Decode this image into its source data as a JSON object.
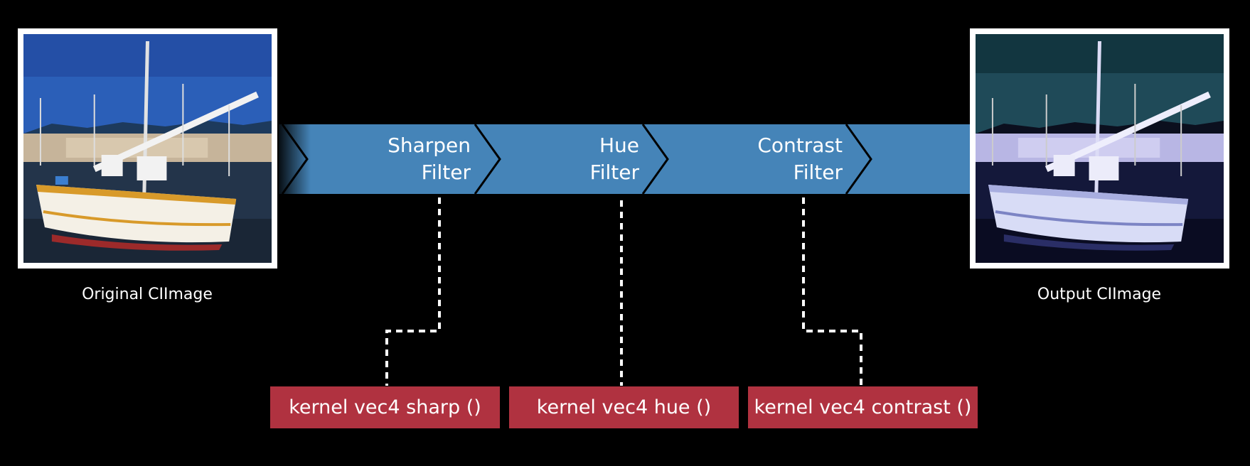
{
  "input_image": {
    "caption": "Original CIImage"
  },
  "output_image": {
    "caption": "Output CIImage"
  },
  "filters": [
    {
      "line1": "Sharpen",
      "line2": "Filter",
      "kernel": "kernel vec4 sharp ()"
    },
    {
      "line1": "Hue",
      "line2": "Filter",
      "kernel": "kernel vec4 hue ()"
    },
    {
      "line1": "Contrast",
      "line2": "Filter",
      "kernel": "kernel vec4 contrast ()"
    }
  ],
  "colors": {
    "pipeline": "#4584b8",
    "kernel": "#b03240",
    "background": "#000000",
    "frame": "#ffffff"
  }
}
